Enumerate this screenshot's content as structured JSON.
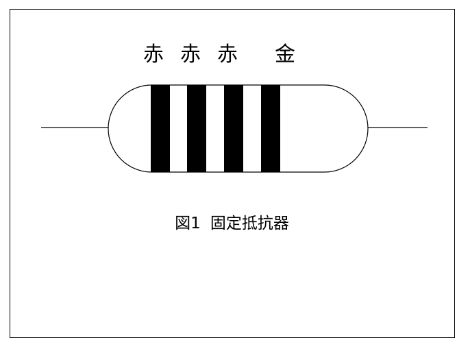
{
  "figure": {
    "band_labels": [
      "赤",
      "赤",
      "赤",
      "金"
    ],
    "caption_number": "図1",
    "caption_text": "固定抵抗器"
  },
  "colors": {
    "line": "#000000",
    "band": "#000000",
    "background": "#ffffff"
  }
}
